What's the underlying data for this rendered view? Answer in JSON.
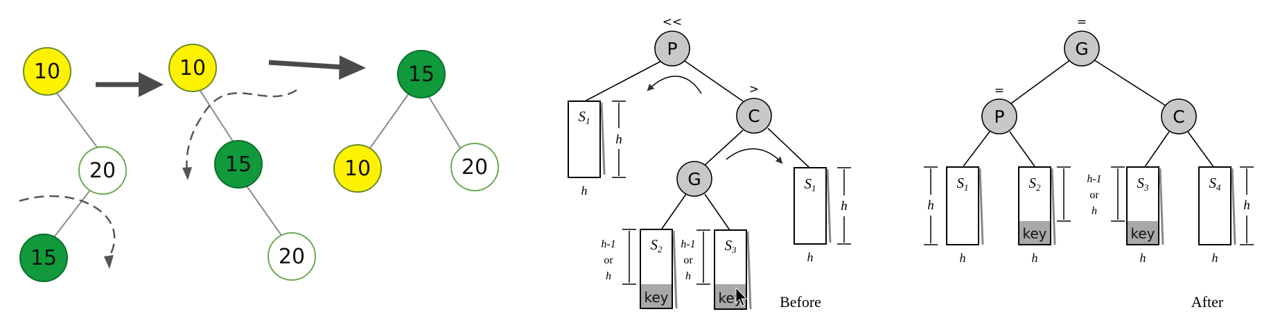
{
  "left_rotation": {
    "step1": {
      "n10": "10",
      "n20": "20",
      "n15": "15"
    },
    "step2": {
      "n10": "10",
      "n15": "15",
      "n20": "20"
    },
    "step3": {
      "n15": "15",
      "n10": "10",
      "n20": "20"
    },
    "colors": {
      "yellow": "#fff200",
      "green": "#109a3c",
      "white": "#ffffff",
      "arrow": "#4a4a4a"
    }
  },
  "before": {
    "caption": "Before",
    "p_balance": "<<",
    "c_balance": ">",
    "p": "P",
    "c": "C",
    "g": "G",
    "s1_left_label": "S",
    "s1_left_sub": "1",
    "s1_left_h": "h",
    "s1_left_bottom": "h",
    "s1_right_label": "S",
    "s1_right_sub": "1",
    "s1_right_h": "h",
    "s1_right_bottom": "h",
    "s2_label": "S",
    "s2_sub": "2",
    "s2_key": "key",
    "s2_h_line1": "h-1",
    "s2_h_line2": "or",
    "s2_h_line3": "h",
    "s3_label": "S",
    "s3_sub": "3",
    "s3_key": "key",
    "s3_h_line1": "h-1",
    "s3_h_line2": "or",
    "s3_h_line3": "h"
  },
  "after": {
    "caption": "After",
    "g_balance": "=",
    "p_balance": "=",
    "g": "G",
    "p": "P",
    "c": "C",
    "s1_label": "S",
    "s1_sub": "1",
    "s1_h": "h",
    "s1_bottom": "h",
    "s2_label": "S",
    "s2_sub": "2",
    "s2_key": "key",
    "s2_bottom": "h",
    "s3_label": "S",
    "s3_sub": "3",
    "s3_key": "key",
    "s3_bottom": "h",
    "s3_h_line1": "h-1",
    "s3_h_line2": "or",
    "s3_h_line3": "h",
    "s4_label": "S",
    "s4_sub": "4",
    "s4_h": "h",
    "s4_bottom": "h"
  }
}
